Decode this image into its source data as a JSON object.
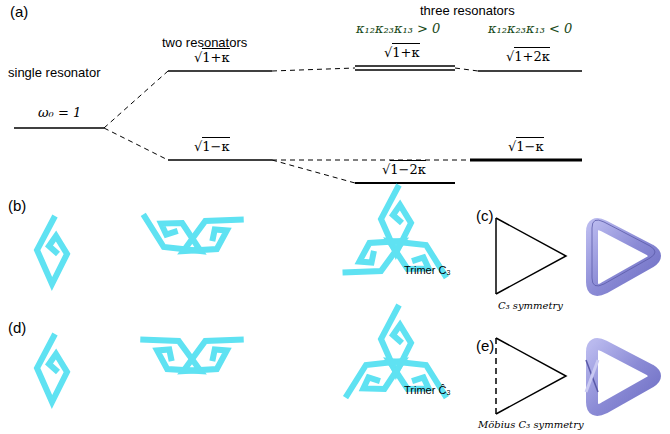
{
  "diagram": {
    "labels": [
      "(a)",
      "single resonator",
      "two resonators",
      "three resonators",
      "κ₁₂κ₂₃κ₁₃ > 0",
      "κ₁₂κ₂₃κ₁₃ < 0",
      "ω₀ = 1",
      "√1+κ",
      "√1−κ",
      "√1+κ",
      "√1−2κ",
      "√1+2κ",
      "√1−κ",
      "(b)",
      "Trimer C₃",
      "(c)",
      "C₃ symmetry",
      "(d)",
      "Trimer Ĉ₃",
      "(e)",
      "Möbius C₃ symmetry"
    ]
  }
}
